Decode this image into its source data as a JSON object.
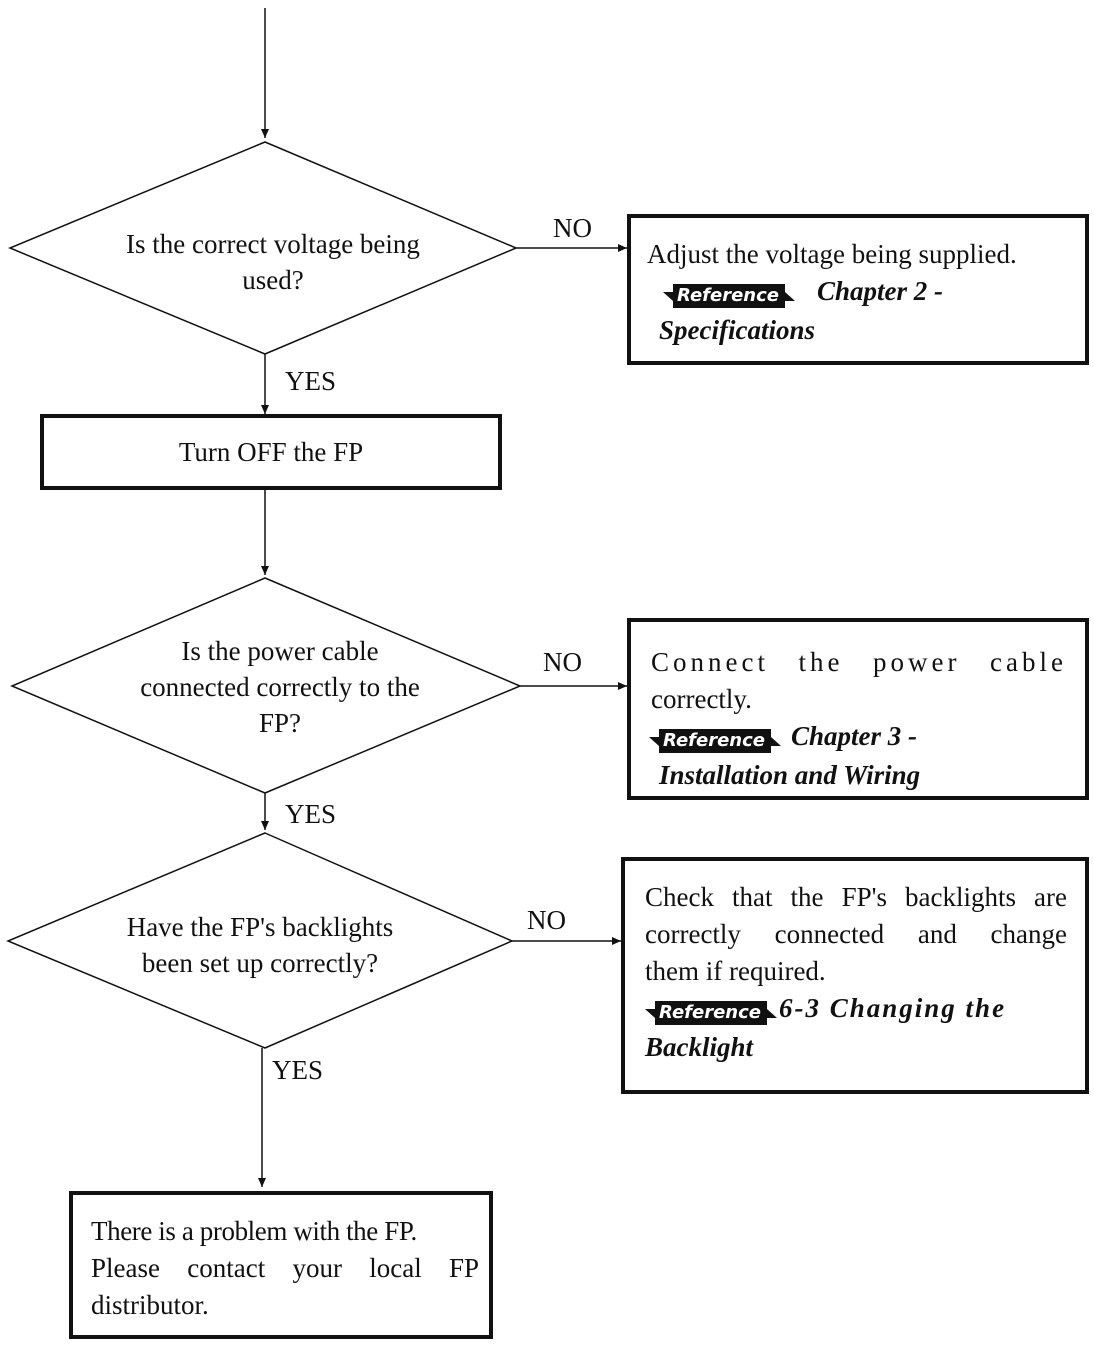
{
  "decisions": [
    {
      "id": "d1",
      "lines": [
        "Is the correct voltage being",
        "used?"
      ]
    },
    {
      "id": "d2",
      "lines": [
        "Is  the power cable",
        "connected correctly to the",
        "FP?"
      ]
    },
    {
      "id": "d3",
      "lines": [
        "Have the FP's backlights",
        "been set up correctly?"
      ]
    }
  ],
  "edges": {
    "no": "NO",
    "yes": "YES"
  },
  "process": {
    "turn_off": "Turn OFF the FP"
  },
  "actions": {
    "voltage": {
      "line1": "Adjust the voltage being supplied.",
      "ref_label": "Reference",
      "ref_text": "Chapter 2 -",
      "ref_text2": "Specifications"
    },
    "cable": {
      "line1": "Connect the power cable",
      "line2": "correctly.",
      "ref_label": "Reference",
      "ref_text": "Chapter 3 -",
      "ref_text2": "Installation and Wiring"
    },
    "backlight": {
      "line1": "Check that the FP's backlights are",
      "line2": "correctly connected and change",
      "line3": "them if required.",
      "ref_label": "Reference",
      "ref_text": "6-3 Changing the",
      "ref_text2": "Backlight"
    }
  },
  "terminal": {
    "line1": "There is a problem with the FP.",
    "line2": "Please contact your local FP",
    "line3": "distributor."
  }
}
